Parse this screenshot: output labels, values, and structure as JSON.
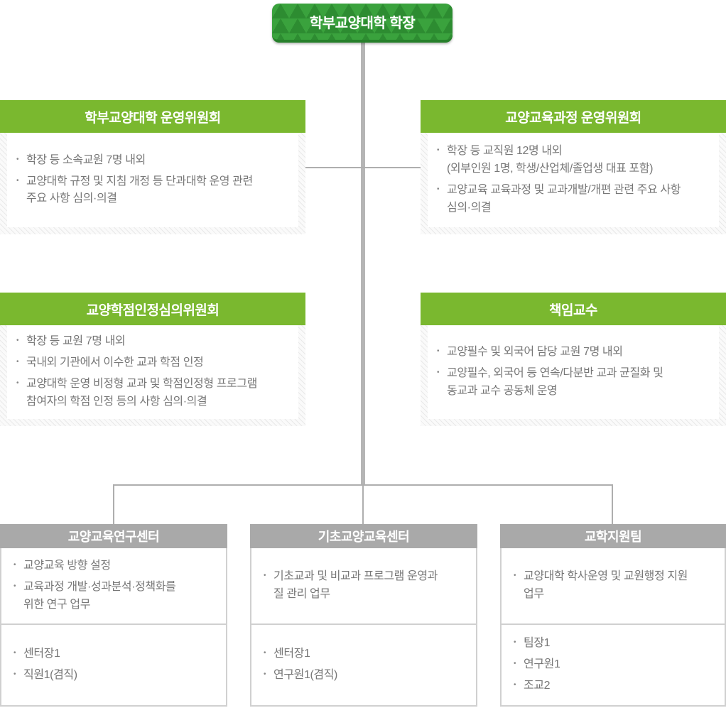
{
  "root": {
    "title": "학부교양대학 학장"
  },
  "committees": [
    {
      "title": "학부교양대학 운영위원회",
      "items": [
        "학장 등 소속교원 7명 내외",
        "교양대학 규정 및 지침 개정 등 단과대학 운영 관련\n주요 사항 심의·의결"
      ]
    },
    {
      "title": "교양교육과정 운영위원회",
      "items": [
        "학장 등 교직원 12명 내외\n(외부인원 1명, 학생/산업체/졸업생 대표 포함)",
        "교양교육 교육과정 및 교과개발/개편 관련 주요 사항\n심의·의결"
      ]
    },
    {
      "title": "교양학점인정심의위원회",
      "items": [
        "학장 등 교원 7명 내외",
        "국내외 기관에서 이수한 교과 학점 인정",
        "교양대학 운영 비정형 교과 및 학점인정형 프로그램\n참여자의 학점 인정 등의 사항 심의·의결"
      ]
    },
    {
      "title": "책임교수",
      "items": [
        "교양필수 및 외국어 담당 교원 7명 내외",
        "교양필수, 외국어 등 연속/다분반 교과 균질화 및\n동교과 교수 공동체 운영"
      ]
    }
  ],
  "departments": [
    {
      "title": "교양교육연구센터",
      "duties": [
        "교양교육 방향 설정",
        "교육과정 개발·성과분석·정책화를\n위한 연구 업무"
      ],
      "staff": [
        "센터장1",
        "직원1(겸직)"
      ]
    },
    {
      "title": "기초교양교육센터",
      "duties": [
        "기초교과 및 비교과 프로그램 운영과\n질 관리 업무"
      ],
      "staff": [
        "센터장1",
        "연구원1(겸직)"
      ]
    },
    {
      "title": "교학지원팀",
      "duties": [
        "교양대학 학사운영 및 교원행정 지원\n업무"
      ],
      "staff": [
        "팀장1",
        "연구원1",
        "조교2"
      ]
    }
  ],
  "colors": {
    "root_green": "#3aa23d",
    "root_green_dark": "#2d8c31",
    "header_green": "#7ab82f",
    "header_gray": "#a9a9a9",
    "frame_gray": "#d0d0d0",
    "connector_gray": "#b0b0b0",
    "body_text": "#777777"
  }
}
